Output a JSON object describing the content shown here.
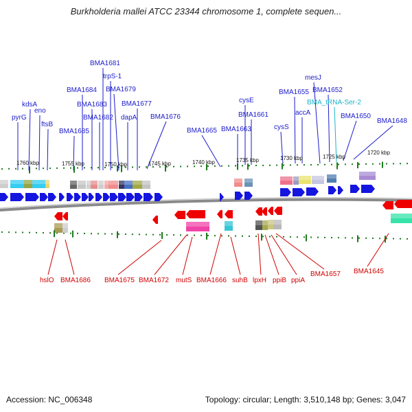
{
  "title": "Burkholderia mallei ATCC 23344 chromosome 1, complete sequen...",
  "footer": {
    "accession": "Accession: NC_006348",
    "summary": "Topology: circular; Length: 3,510,148 bp; Genes: 3,047"
  },
  "colors": {
    "forward_label": "#1a1acc",
    "reverse_label": "#d00000",
    "trna_label": "#19b3c8",
    "forward_gene": "#1515e0",
    "reverse_gene": "#ee0000",
    "backbone": "#8a8a8a",
    "tick": "#1a7a1a"
  },
  "scale_ticks": [
    "1760 kbp",
    "1755 kbp",
    "1750 kbp",
    "1745 kbp",
    "1740 kbp",
    "1735 kbp",
    "1730 kbp",
    "1725 kbp",
    "1720 kbp"
  ],
  "forward_labels": [
    "BMA1681",
    "trpS-1",
    "BMA1684",
    "BMA1679",
    "kdsA",
    "BMA1683",
    "BMA1677",
    "eno",
    "pyrG",
    "BMA1682",
    "dapA",
    "BMA1676",
    "ftsB",
    "BMA1685",
    "BMA1665",
    "cysE",
    "BMA1661",
    "BMA1663",
    "mesJ",
    "BMA1655",
    "BMA1652",
    "accA",
    "BMA_tRNA-Ser-2",
    "cysS",
    "BMA1650",
    "BMA1648"
  ],
  "reverse_labels": [
    "hslO",
    "BMA1686",
    "BMA1675",
    "BMA1672",
    "mutS",
    "BMA1666",
    "suhB",
    "lpxH",
    "ppiB",
    "ppiA",
    "BMA1657",
    "BMA1645"
  ]
}
